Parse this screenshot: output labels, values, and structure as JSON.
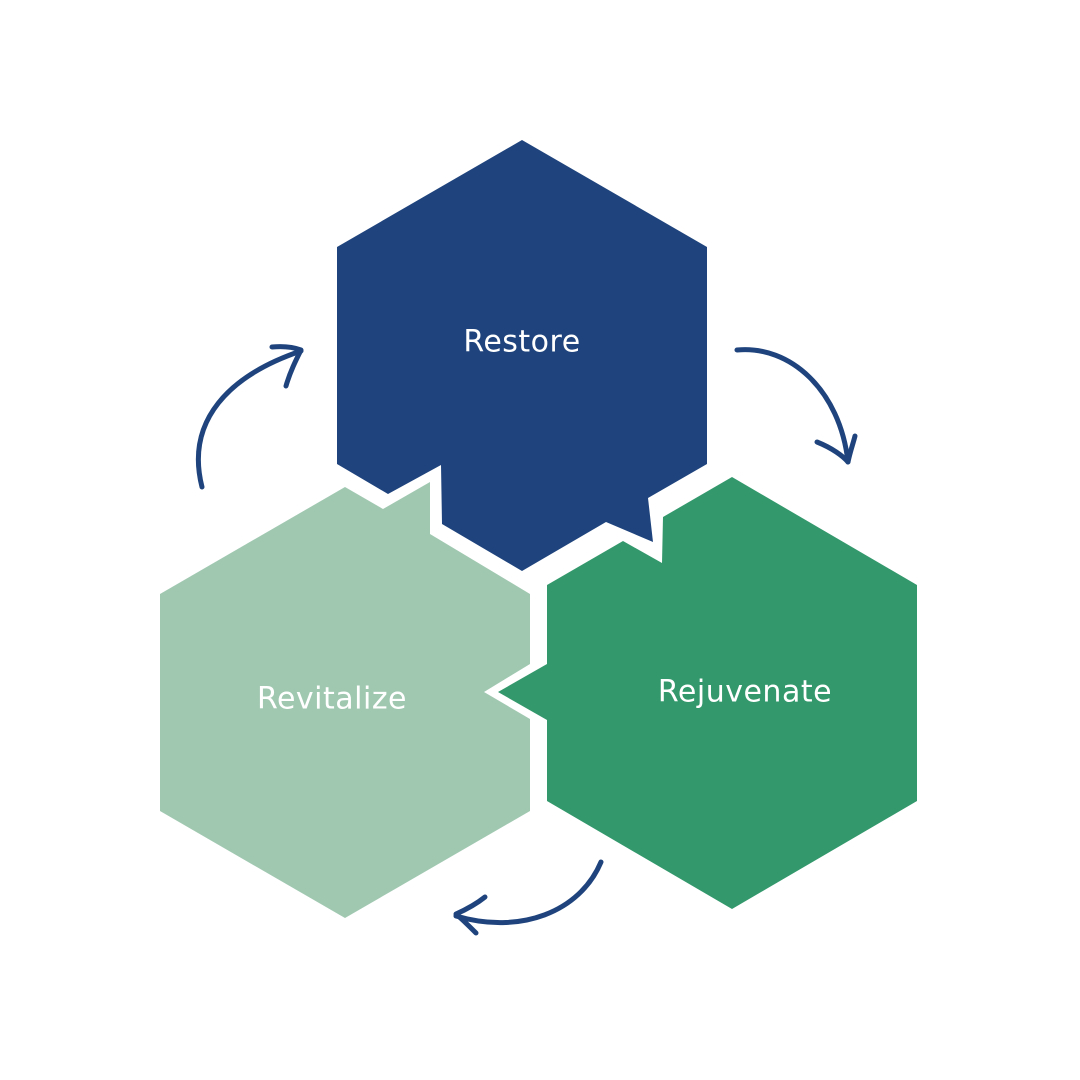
{
  "diagram": {
    "steps": [
      {
        "label": "Restore",
        "color": "#1f447d"
      },
      {
        "label": "Rejuvenate",
        "color": "#33986c"
      },
      {
        "label": "Revitalize",
        "color": "#a0c8b1"
      }
    ],
    "arrow_color": "#1f447d",
    "background": "#ffffff"
  }
}
